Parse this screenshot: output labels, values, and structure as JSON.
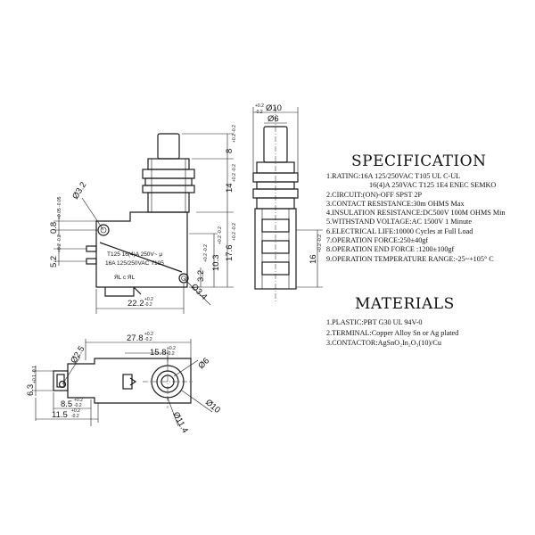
{
  "specification": {
    "title": "SPECIFICATION",
    "items": [
      "1.RATING:16A 125/250VAC T105 UL C-UL",
      "16(4)A 250VAC T125 1E4 ENEC SEMKO",
      "2.CIRCUIT:(ON)-OFF SPST 2P",
      "3.CONTACT RESISTANCE:30m OHMS Max",
      "4.INSULATION RESISTANCE:DC500V 100M OHMS Min",
      "5.WITHSTAND VOLTAGE:AC 1500V 1 Minute",
      "6.ELECTRICAL LIFE:10000 Cycles at Full Load",
      "7.OPERATION FORCE:250±40gf",
      "8.OPERATION END FORCE :1200±100gf",
      "9.OPERATION TEMPERATURE RANGE:-25~+105° C"
    ]
  },
  "materials": {
    "title": "MATERIALS",
    "items": [
      "1.PLASTIC:PBT G30 UL 94V-0",
      "2.TERMINAL:Copper Alloy Sn or Ag plated",
      "3.CONTACTOR:AgSnO₂In₂O₃(10)/Cu"
    ]
  },
  "drawing": {
    "body_marking_1": "T125 16(4)A 250V~ μ",
    "body_marking_2": "16A 125/250VAC T105",
    "body_marking_3": "ЯL c ЯL",
    "dims": {
      "d10_top": "Ø10",
      "d6_top": "Ø6",
      "d3_2_hole": "Ø3.2",
      "h0_8": "0.8",
      "h5_2": "5.2",
      "w22_2": "22.2",
      "h3_2": "3.2",
      "h10_3": "10.3",
      "d3_4": "Ø3.4",
      "h8": "8",
      "h14": "14",
      "h17_6": "17.6",
      "h16": "16",
      "w27_8": "27.8",
      "d2_5": "Ø2.5",
      "w15_8": "15.8",
      "d6_bottom": "Ø6",
      "h6_3": "6.3",
      "w8_5": "8.5",
      "w11_5": "11.5",
      "d10_bottom": "Ø10",
      "d11_4": "Ø11.4"
    },
    "tol_02": "+0.2\n-0.2",
    "tol_01": "+0.1\n-0.1",
    "tol_005": "+0.05\n-0.05"
  }
}
